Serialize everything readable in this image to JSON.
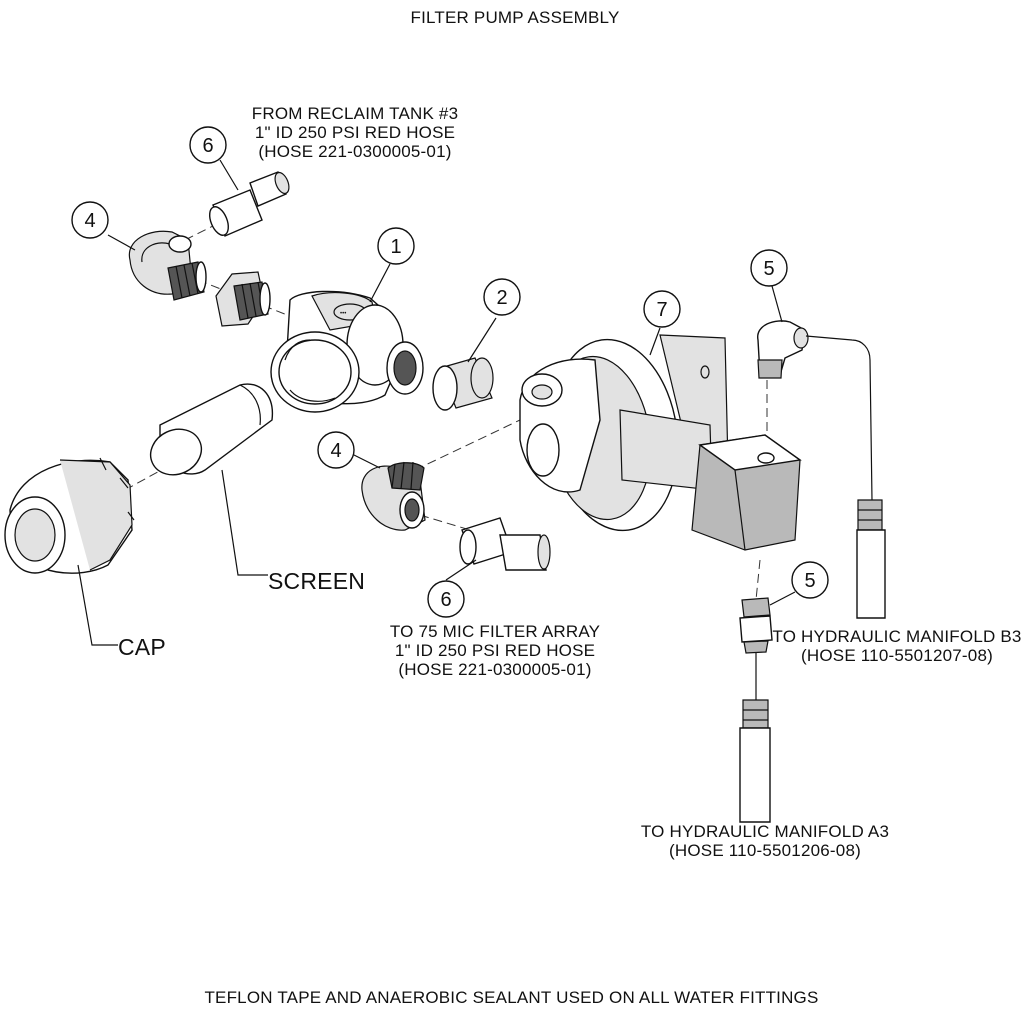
{
  "title": "FILTER PUMP ASSEMBLY",
  "footer_note": "TEFLON TAPE AND ANAEROBIC SEALANT USED ON ALL WATER FITTINGS",
  "callouts": [
    "6",
    "4",
    "1",
    "2",
    "7",
    "5",
    "4",
    "6",
    "5"
  ],
  "labels": {
    "inlet": {
      "line1": "FROM RECLAIM TANK #3",
      "line2": "1\" ID 250 PSI RED HOSE",
      "line3": "(HOSE 221-0300005-01)"
    },
    "outlet": {
      "line1": "TO 75 MIC FILTER ARRAY",
      "line2": "1\" ID 250 PSI RED HOSE",
      "line3": "(HOSE 221-0300005-01)"
    },
    "manifold_b3": {
      "line1": "TO HYDRAULIC MANIFOLD B3",
      "line2": "(HOSE 110-5501207-08)"
    },
    "manifold_a3": {
      "line1": "TO HYDRAULIC MANIFOLD A3",
      "line2": "(HOSE 110-5501206-08)"
    },
    "screen": "SCREEN",
    "cap": "CAP"
  }
}
